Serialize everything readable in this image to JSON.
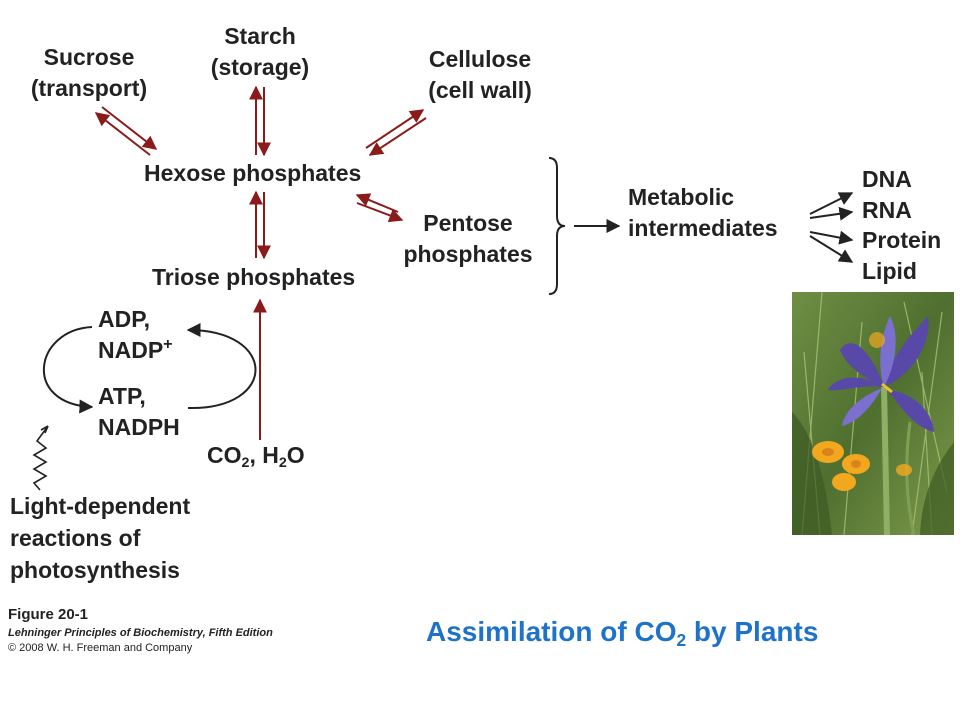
{
  "diagram": {
    "nodes": {
      "sucrose": {
        "name": "Sucrose",
        "note": "(transport)"
      },
      "starch": {
        "name": "Starch",
        "note": "(storage)"
      },
      "cellulose": {
        "name": "Cellulose",
        "note": "(cell wall)"
      },
      "hexose": "Hexose phosphates",
      "pentose": {
        "line1": "Pentose",
        "line2": "phosphates"
      },
      "triose": "Triose phosphates",
      "metabolic": {
        "line1": "Metabolic",
        "line2": "intermediates"
      },
      "products": [
        "DNA",
        "RNA",
        "Protein",
        "Lipid"
      ],
      "adp": {
        "line1": "ADP,",
        "line2": "NADP",
        "charge": "+"
      },
      "atp": {
        "line1": "ATP,",
        "line2": "NADPH"
      },
      "co2": {
        "a": "CO",
        "sub1": "2",
        "b": ", H",
        "sub2": "2",
        "c": "O"
      },
      "light": {
        "line1": "Light-dependent",
        "line2": "reactions of",
        "line3": "photosynthesis"
      }
    },
    "colors": {
      "pathway_arrow": "#8B1A1A",
      "black_arrow": "#222222",
      "title": "#1E73C8"
    }
  },
  "credit": {
    "figure": "Figure 20-1",
    "book": "Lehninger Principles of Biochemistry, Fifth Edition",
    "copyright": "© 2008 W. H. Freeman and Company"
  },
  "slide_title": {
    "prefix": "Assimilation of CO",
    "sub": "2",
    "suffix": " by Plants"
  }
}
